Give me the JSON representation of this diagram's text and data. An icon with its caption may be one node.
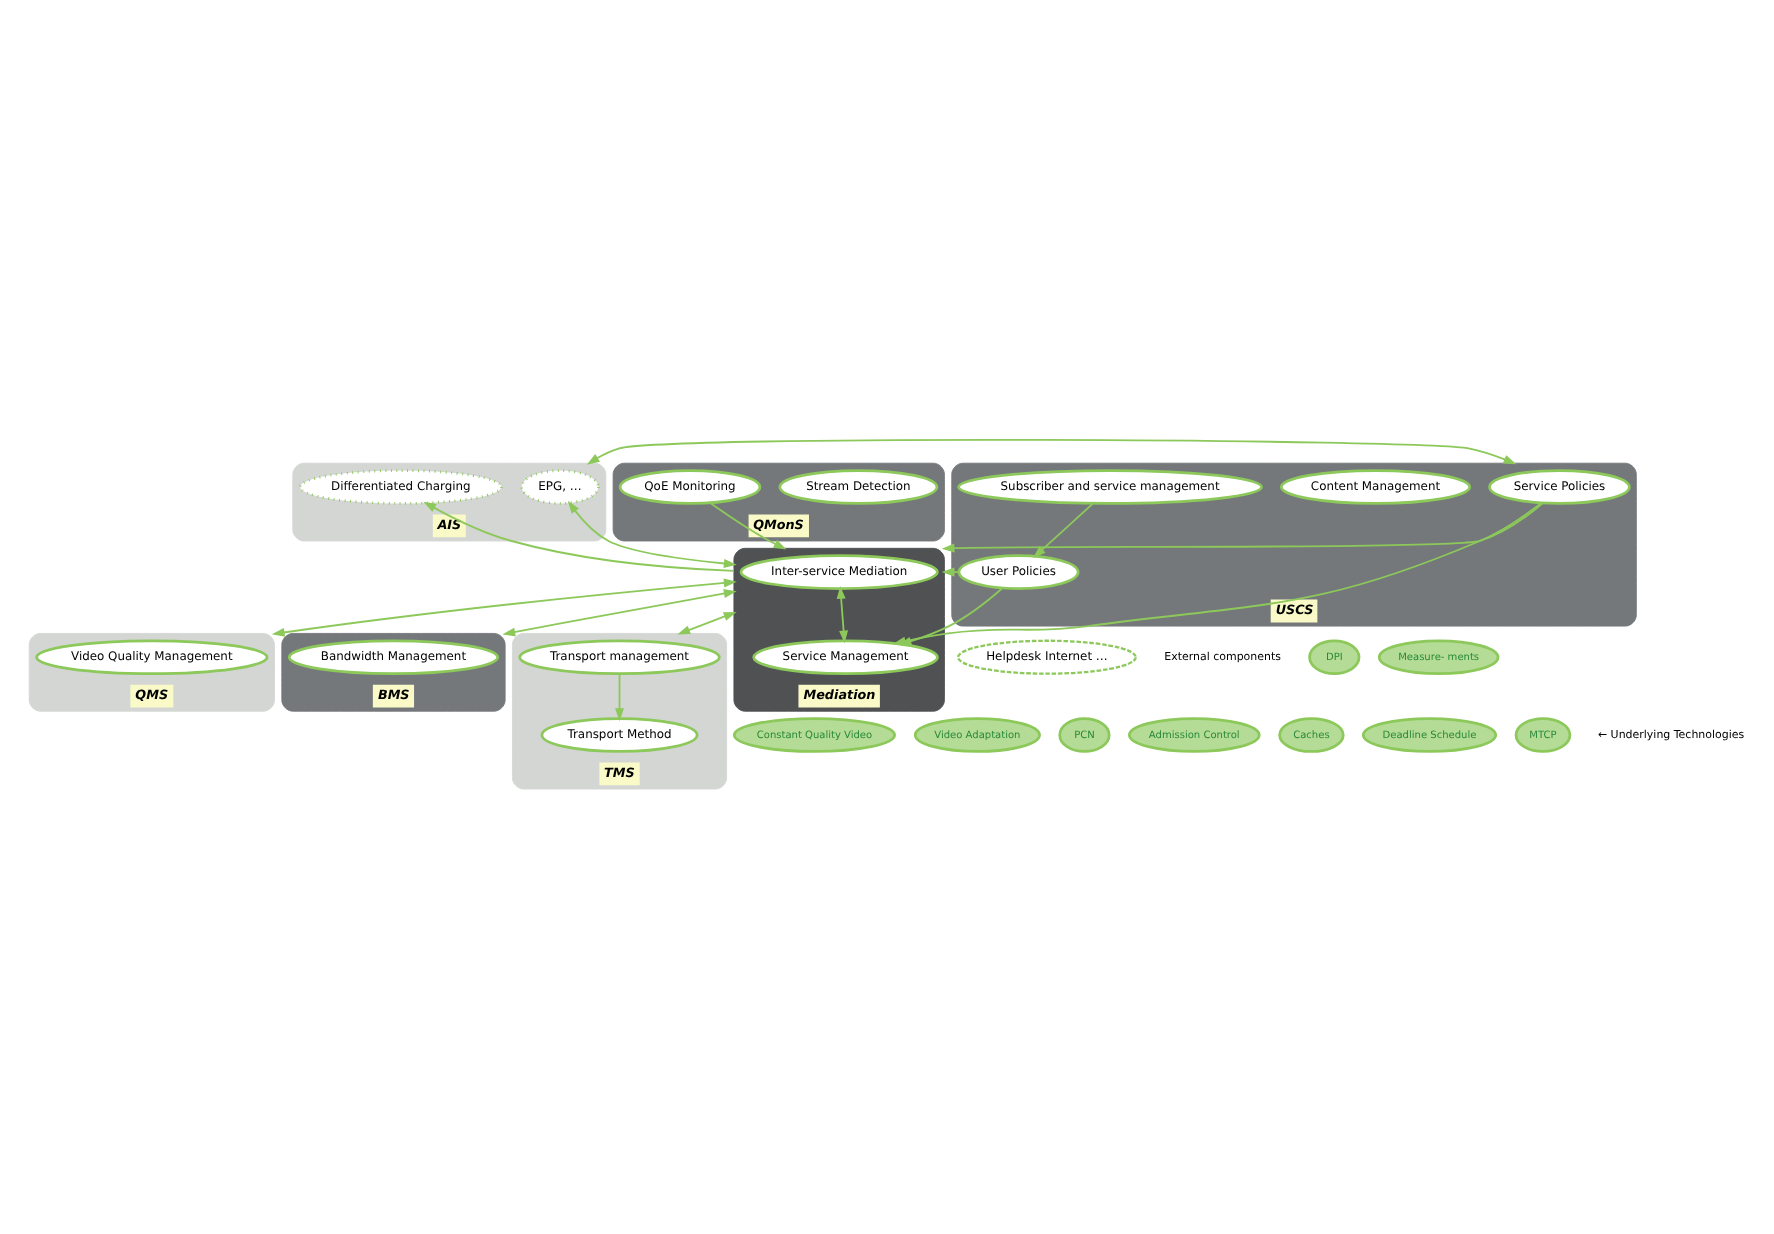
{
  "diagram": {
    "nodes": [
      {
        "text": [
          "AIS"
        ]
      },
      {
        "text": [
          "EPG, …"
        ],
        "in": 0
      },
      {
        "text": [
          "Differentiated Charging"
        ],
        "in": 0
      },
      {
        "text": [
          "QMonS"
        ]
      },
      {
        "text": [
          "Stream Detection"
        ],
        "in": 3
      },
      {
        "text": [
          "DPI"
        ]
      },
      {
        "text": [
          "QoE Monitoring"
        ],
        "in": 3
      },
      {
        "text": [
          "Measure- ments"
        ]
      },
      {
        "text": [
          "Mediation"
        ]
      },
      {
        "text": [
          "Inter-service Mediation"
        ],
        "in": 8
      },
      {
        "text": [
          "Service Management"
        ],
        "in": 8
      },
      {
        "text": [
          "USCS"
        ]
      },
      {
        "text": [
          "Service Policies"
        ],
        "in": 11
      },
      {
        "text": [
          "Content Management"
        ],
        "in": 11
      },
      {
        "text": [
          "User Policies"
        ],
        "in": 11
      },
      {
        "text": [
          "Subscriber and service management"
        ],
        "in": 11
      },
      {
        "text": [
          "QMS"
        ]
      },
      {
        "text": [
          "Video Quality Management"
        ],
        "in": 16
      },
      {
        "text": [
          "BMS"
        ]
      },
      {
        "text": [
          "Bandwidth Management"
        ],
        "in": 18
      },
      {
        "text": [
          "TMS"
        ]
      },
      {
        "text": [
          "Transport management"
        ],
        "in": 20
      },
      {
        "text": [
          "Transport Method"
        ],
        "in": 20
      },
      {
        "text": [
          "Helpdesk Internet …"
        ],
        "beside": [
          "External components"
        ]
      },
      {
        "text": [
          "Constant Quality Video"
        ]
      },
      {
        "text": [
          "Video Adaptation"
        ]
      },
      {
        "text": [
          "PCN"
        ]
      },
      {
        "text": [
          "Admission Control"
        ]
      },
      {
        "text": [
          "Caches"
        ]
      },
      {
        "text": [
          "Deadline Schedule"
        ]
      },
      {
        "text": [
          "MTCP"
        ]
      }
    ],
    "edges": [
      {
        "from": 1,
        "to": 8,
        "arrow": "both"
      },
      {
        "from": 8,
        "to": 2,
        "arrow": "to"
      },
      {
        "from": 0,
        "to": 11,
        "arrow": "both"
      },
      {
        "from": 6,
        "to": 8,
        "arrow": "to"
      },
      {
        "from": 9,
        "to": 10,
        "arrow": "both"
      },
      {
        "from": 12,
        "to": 8,
        "arrow": "to"
      },
      {
        "from": 14,
        "to": 8,
        "arrow": "to"
      },
      {
        "from": 12,
        "to": 10,
        "arrow": "to"
      },
      {
        "from": 14,
        "to": 10,
        "arrow": "to"
      },
      {
        "from": 15,
        "to": 14,
        "arrow": "to"
      },
      {
        "from": 8,
        "to": 16,
        "arrow": "both"
      },
      {
        "from": 8,
        "to": 18,
        "arrow": "both"
      },
      {
        "from": 8,
        "to": 20,
        "arrow": "both"
      },
      {
        "from": 21,
        "to": 22,
        "arrow": "to"
      }
    ],
    "labels": [
      "← Underlying Technologies"
    ]
  }
}
